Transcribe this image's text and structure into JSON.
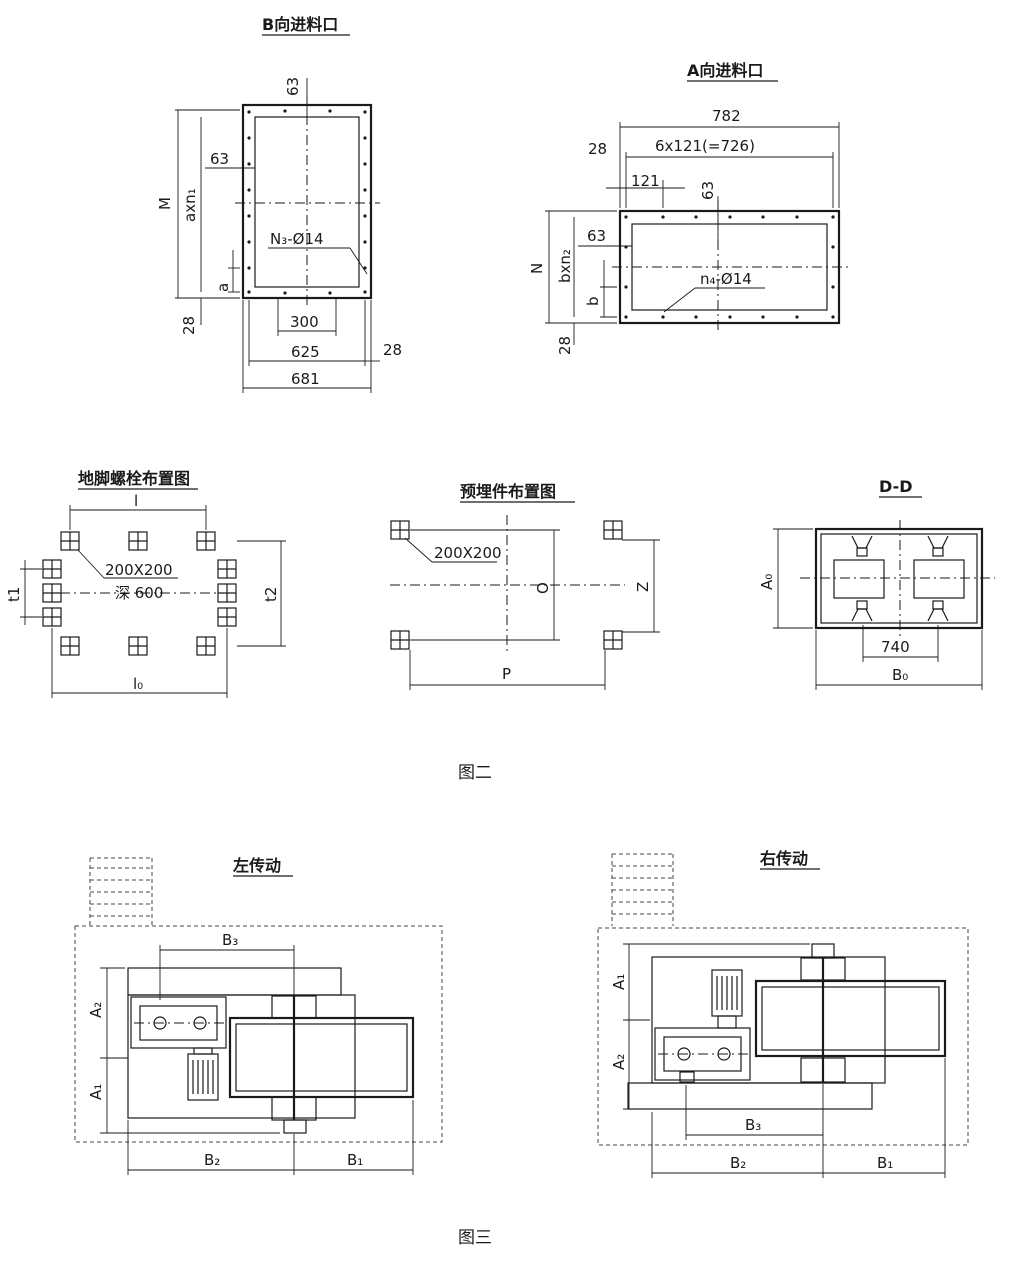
{
  "inlet_b": {
    "title": "B向进料口",
    "dims": {
      "top": "63",
      "side": "63",
      "height": "M",
      "pitch_total": "axn₁",
      "pitch": "a",
      "hole_note": "N₃-Ø14",
      "bottom_gap": "28",
      "inner": "300",
      "mid": "625",
      "right_gap": "28",
      "outer": "681"
    }
  },
  "inlet_a": {
    "title": "A向进料口",
    "dims": {
      "outer": "782",
      "pitch_total": "6x121(=726)",
      "left_gap": "28",
      "pitch": "121",
      "top": "63",
      "side": "63",
      "height": "N",
      "pitch_total_v": "bxn₂",
      "pitch_v": "b",
      "hole_note": "n₄-Ø14",
      "bottom_gap": "28"
    }
  },
  "anchor_layout": {
    "title": "地脚螺栓布置图",
    "dims": {
      "top": "l",
      "bottom": "l₀",
      "left": "t1",
      "right": "t2",
      "note1": "200X200",
      "note2": "深 600"
    }
  },
  "embed_layout": {
    "title": "预埋件布置图",
    "dims": {
      "note": "200X200",
      "o": "O",
      "z": "Z",
      "p": "P"
    }
  },
  "section_dd": {
    "title": "D-D",
    "dims": {
      "a0": "A₀",
      "inner": "740",
      "b0": "B₀"
    }
  },
  "figure2": {
    "caption": "图二"
  },
  "left_drive": {
    "title": "左传动",
    "dims": {
      "b3": "B₃",
      "a2": "A₂",
      "a1": "A₁",
      "b2": "B₂",
      "b1": "B₁"
    }
  },
  "right_drive": {
    "title": "右传动",
    "dims": {
      "a1": "A₁",
      "a2": "A₂",
      "b3": "B₃",
      "b2": "B₂",
      "b1": "B₁"
    }
  },
  "figure3": {
    "caption": "图三"
  }
}
